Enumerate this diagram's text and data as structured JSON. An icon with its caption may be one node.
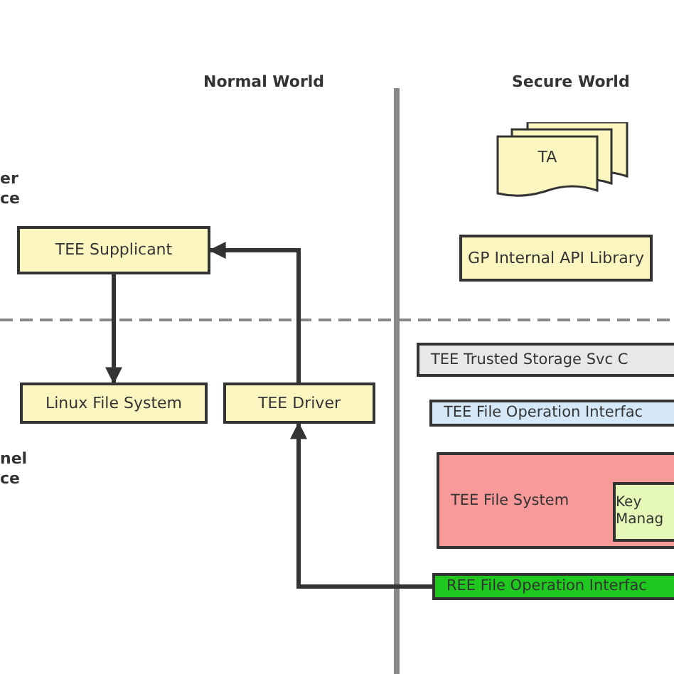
{
  "diagram": {
    "nodes": [
      {
        "text": [
          "TEE Supplicant"
        ]
      },
      {
        "text": [
          "Linux File System"
        ]
      },
      {
        "text": [
          "TEE Driver"
        ]
      },
      {
        "text": [
          "TA"
        ]
      },
      {
        "text": [
          "GP Internal API Library"
        ]
      },
      {
        "text": [
          "TEE Trusted Storage Svc C"
        ]
      },
      {
        "text": [
          "TEE File Operation Interfac"
        ]
      },
      {
        "text": [
          "TEE File System"
        ]
      },
      {
        "text": [
          "Key Manag"
        ],
        "in": 7
      },
      {
        "text": [
          "REE File Operation Interfac"
        ]
      }
    ],
    "edges": [
      {
        "from": 0,
        "to": 1,
        "arrow": "to"
      },
      {
        "from": 2,
        "to": 0,
        "arrow": "to"
      },
      {
        "from": 9,
        "to": 2,
        "arrow": "to"
      }
    ],
    "labels": [
      "Normal World",
      "Secure World",
      "er ce",
      "nel ce"
    ]
  }
}
